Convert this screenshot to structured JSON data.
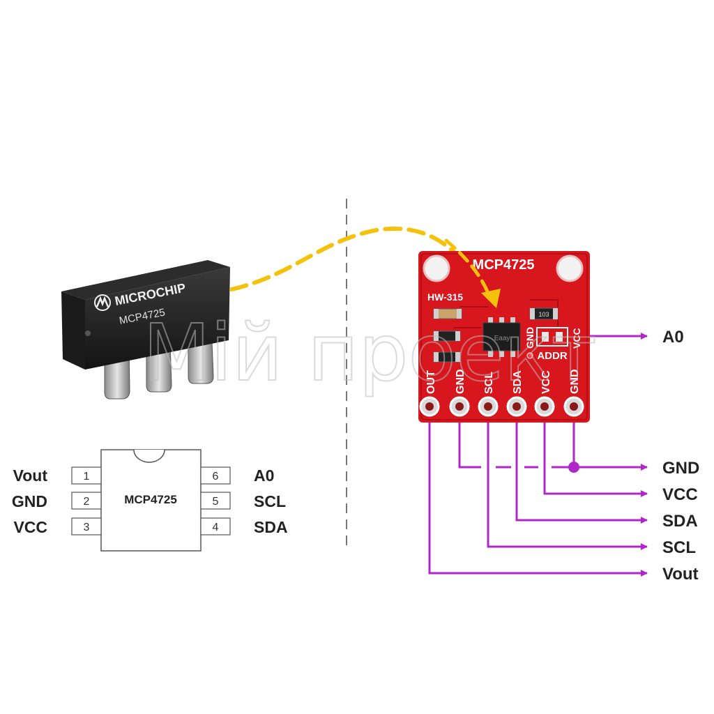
{
  "chip": {
    "brand": "MICROCHIP",
    "part": "MCP4725"
  },
  "pinout": {
    "title": "MCP4725",
    "left_pins": [
      {
        "name": "Vout",
        "num": "1"
      },
      {
        "name": "GND",
        "num": "2"
      },
      {
        "name": "VCC",
        "num": "3"
      }
    ],
    "right_pins": [
      {
        "name": "A0",
        "num": "6"
      },
      {
        "name": "SCL",
        "num": "5"
      },
      {
        "name": "SDA",
        "num": "4"
      }
    ]
  },
  "board": {
    "title": "MCP4725",
    "model": "HW-315",
    "addr_label": "ADDR",
    "top_right_pins": [
      "GND",
      "VCC"
    ],
    "header_pins": [
      "OUT",
      "GND",
      "SCL",
      "SDA",
      "VCC",
      "GND"
    ],
    "resistor_code": "103",
    "ic_marking": "Eaay"
  },
  "connections": {
    "a0": "A0",
    "outputs": [
      "GND",
      "VCC",
      "SDA",
      "SCL",
      "Vout"
    ]
  },
  "watermark": "Мій проект",
  "colors": {
    "wire": "#b026c9",
    "pcb": "#d7161d",
    "arrow_dash": "#f4c20d"
  }
}
